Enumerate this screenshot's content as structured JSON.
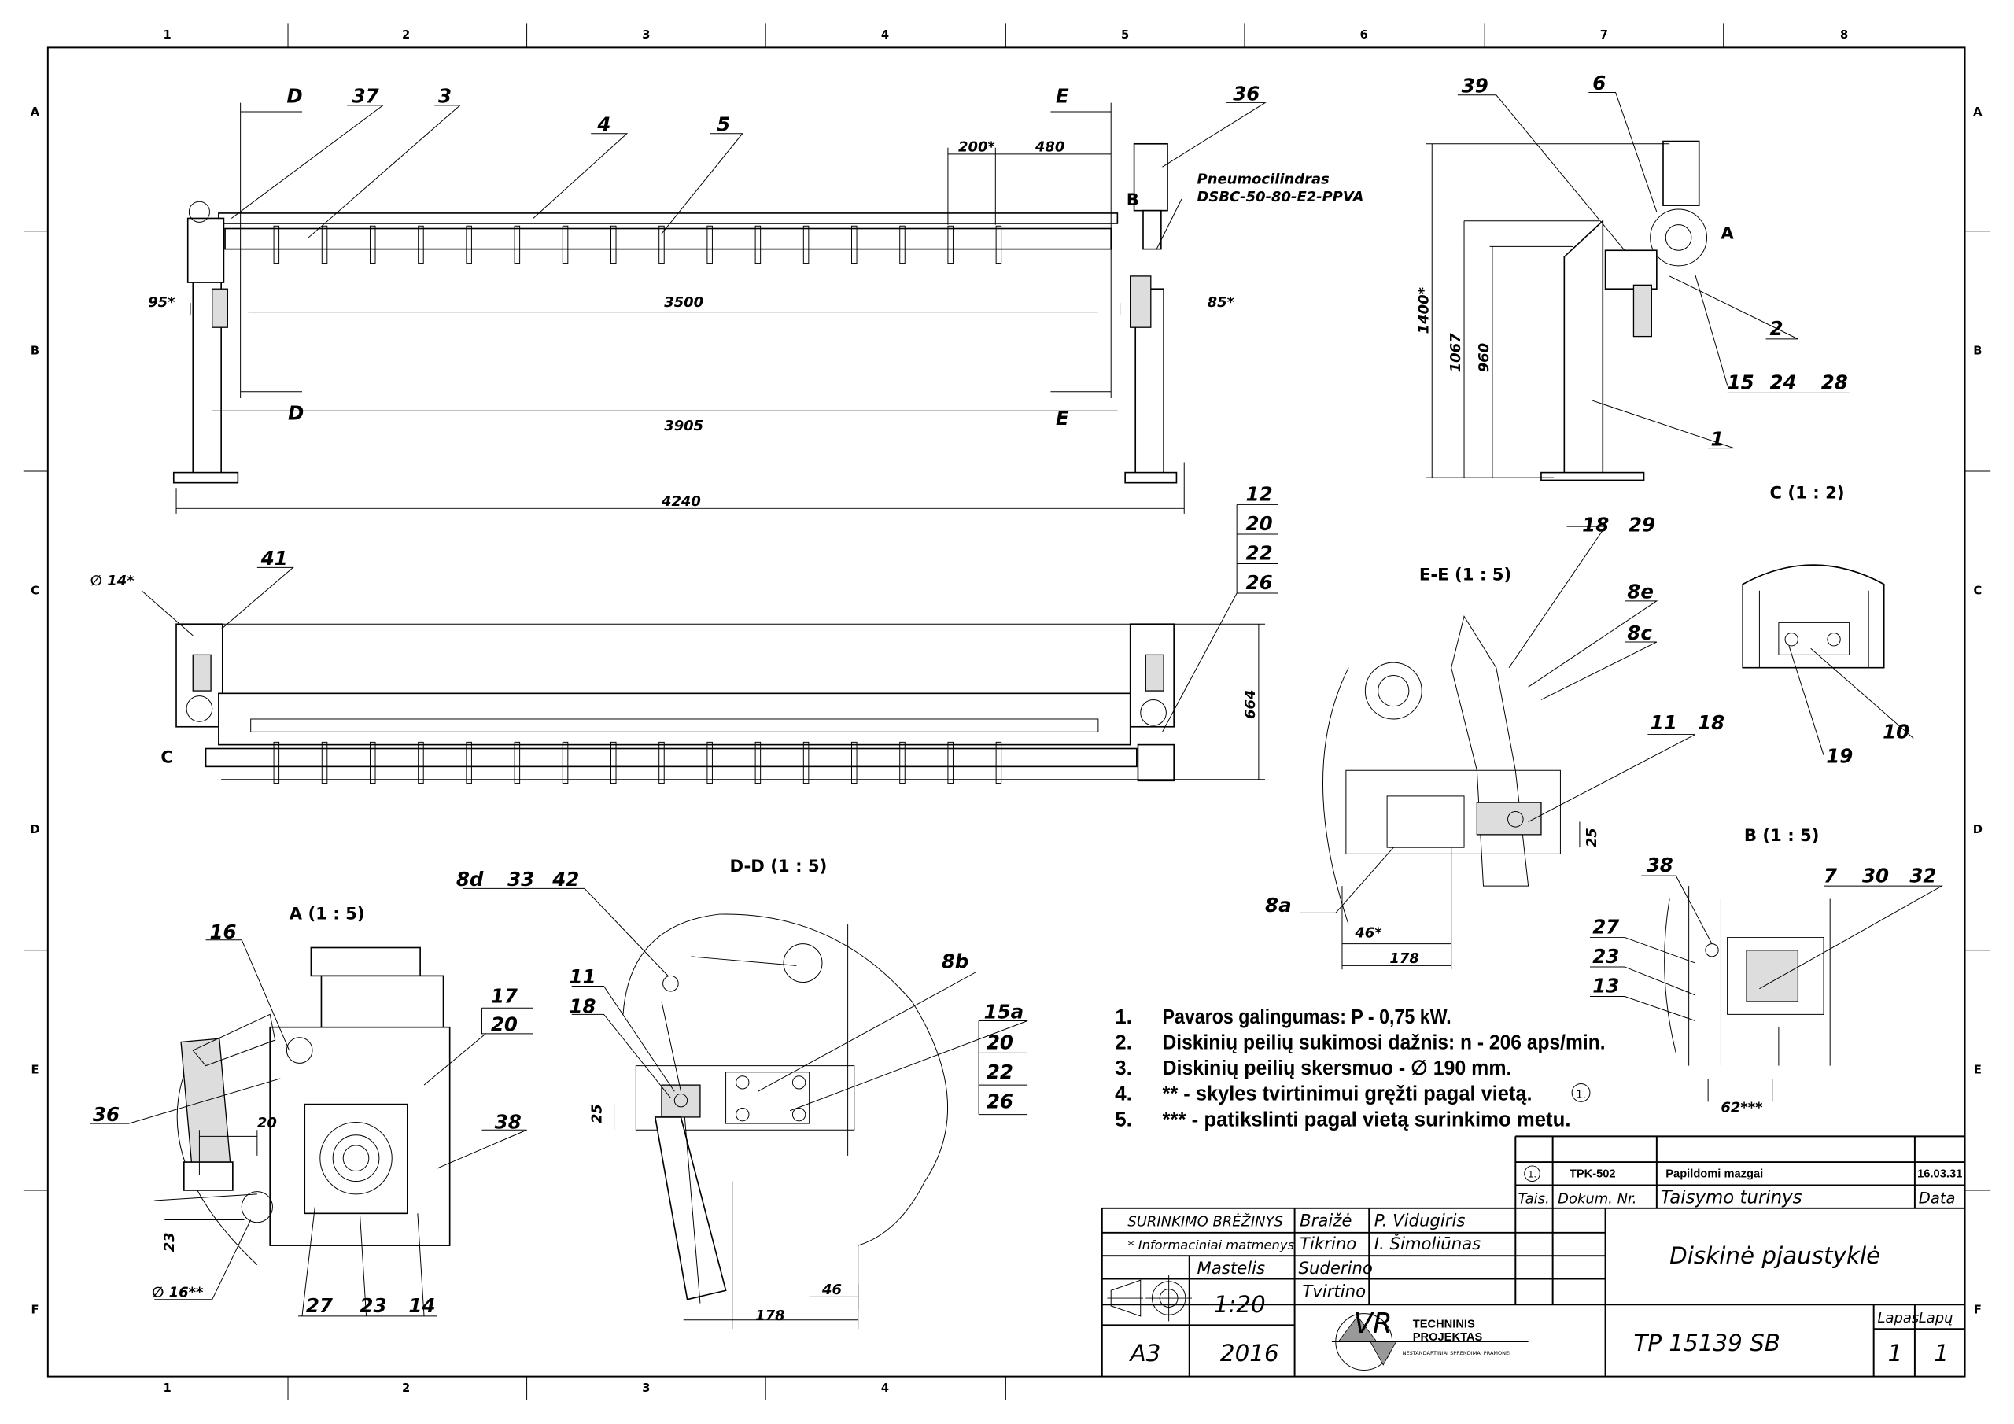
{
  "grid": {
    "cols": [
      "1",
      "2",
      "3",
      "4",
      "5",
      "6",
      "7",
      "8"
    ],
    "rows": [
      "A",
      "B",
      "C",
      "D",
      "E",
      "F"
    ]
  },
  "top_view": {
    "section_d": "D",
    "section_e": "E",
    "callout_37": "37",
    "callout_3": "3",
    "callout_4": "4",
    "callout_5": "5",
    "callout_36": "36",
    "dim_200": "200*",
    "dim_480": "480",
    "pneumo_line1": "Pneumocilindras",
    "pneumo_line2": "DSBC-50-80-E2-PPVA",
    "detail_b": "B",
    "dim_95": "95*",
    "dim_3500": "3500",
    "dim_85": "85*",
    "dim_3905": "3905",
    "dim_4240": "4240"
  },
  "side_view": {
    "callout_39": "39",
    "callout_6": "6",
    "detail_a": "A",
    "dim_1400": "1400*",
    "dim_1067": "1067",
    "dim_960": "960",
    "callout_2": "2",
    "callout_15": "15",
    "callout_24": "24",
    "callout_28": "28",
    "callout_1": "1"
  },
  "plan_view": {
    "dim_d14": "∅ 14*",
    "callout_41": "41",
    "detail_c": "C",
    "stack": [
      "12",
      "20",
      "22",
      "26"
    ],
    "dim_664": "664"
  },
  "view_c": {
    "title": "C (1 : 2)",
    "callout_10": "10",
    "callout_19": "19"
  },
  "view_ee": {
    "title": "E-E (1 : 5)",
    "callout_18": "18",
    "callout_29": "29",
    "callout_8e": "8e",
    "callout_8c": "8c",
    "callout_11": "11",
    "callout_18b": "18",
    "dim_25": "25",
    "callout_8a": "8a",
    "dim_46": "46*",
    "dim_178": "178"
  },
  "view_b": {
    "title": "B (1 : 5)",
    "callout_38": "38",
    "callout_7": "7",
    "callout_30": "30",
    "callout_32": "32",
    "stack": [
      "27",
      "23",
      "13"
    ],
    "dim_62": "62***"
  },
  "view_a": {
    "title": "A (1 : 5)",
    "callout_16": "16",
    "callout_17": "17",
    "callout_20": "20",
    "callout_36": "36",
    "callout_38": "38",
    "dim_20": "20",
    "dim_23": "23",
    "dim_d16": "∅ 16**",
    "callout_27": "27",
    "callout_23": "23",
    "callout_14": "14"
  },
  "view_dd": {
    "title": "D-D (1 : 5)",
    "callout_8d": "8d",
    "callout_33": "33",
    "callout_42": "42",
    "callout_11": "11",
    "callout_18": "18",
    "callout_8b": "8b",
    "stack": [
      "15a",
      "20",
      "22",
      "26"
    ],
    "dim_25": "25",
    "dim_46": "46",
    "dim_178": "178"
  },
  "notes": [
    {
      "num": "1.",
      "text": "Pavaros galingumas: P - 0,75 kW."
    },
    {
      "num": "2.",
      "text": "Diskinių peilių sukimosi dažnis: n - 206 aps/min."
    },
    {
      "num": "3.",
      "text": "Diskinių peilių skersmuo - ∅ 190 mm."
    },
    {
      "num": "4.",
      "text": "** - skyles tvirtinimui gręžti pagal vietą."
    },
    {
      "num": "5.",
      "text": "*** - patikslinti pagal vietą surinkimo metu."
    }
  ],
  "revision_mark": "1.",
  "title_block": {
    "rev_mark": "1.",
    "rev_doc": "TPK-502",
    "rev_content": "Papildomi mazgai",
    "rev_date": "16.03.31",
    "h_tais": "Tais.",
    "h_dokum": "Dokum. Nr.",
    "h_turinys": "Taisymo turinys",
    "h_data": "Data",
    "doc_type": "SURINKIMO BRĖŽINYS",
    "info_note": "* Informaciniai matmenys",
    "braize_label": "Braižė",
    "braize_name": "P. Vidugiris",
    "tikrino_label": "Tikrino",
    "tikrino_name": "I. Šimoliūnas",
    "suderino_label": "Suderino",
    "tvirtino_label": "Tvirtino",
    "mastelis_label": "Mastelis",
    "scale": "1:20",
    "format": "A3",
    "year": "2016",
    "logo_line1": "TECHNINIS",
    "logo_line2": "PROJEKTAS",
    "logo_tagline": "NESTANDARTINIAI SPRENDIMAI PRAMONEI",
    "logo_mark": "VR",
    "title": "Diskinė pjaustyklė",
    "doc_number": "TP 15139 SB",
    "lapas_label": "Lapas",
    "lapu_label": "Lapų",
    "lapas": "1",
    "lapu": "1"
  }
}
